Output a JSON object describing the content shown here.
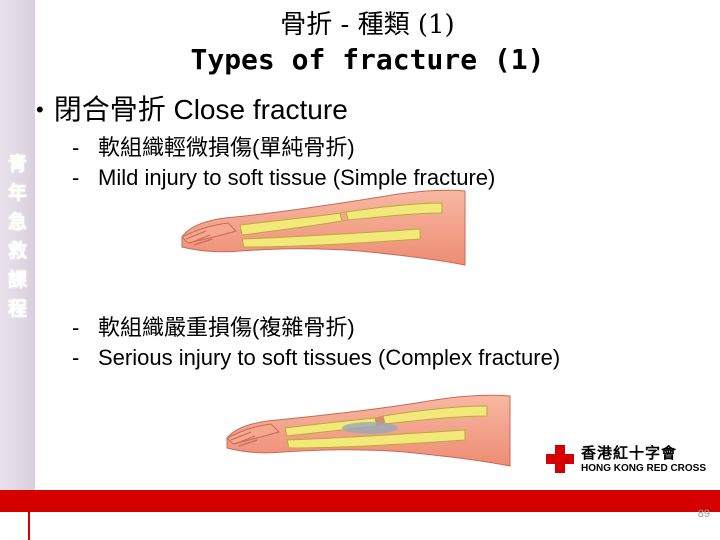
{
  "sidebar": {
    "chars": [
      "青",
      "年",
      "急",
      "救",
      "課",
      "程"
    ]
  },
  "title_zh": "骨折 - 種類 (1)",
  "title_en": "Types of fracture (1)",
  "bullet": "閉合骨折 Close fracture",
  "items": [
    {
      "dash": "-",
      "text": "軟組織輕微損傷(單純骨折)"
    },
    {
      "dash": "-",
      "text": "Mild injury to soft tissue (Simple fracture)"
    },
    {
      "dash": "-",
      "text": "軟組織嚴重損傷(複雜骨折)"
    },
    {
      "dash": "-",
      "text": "Serious injury to soft tissues (Complex fracture)"
    }
  ],
  "logo": {
    "zh": "香港紅十字會",
    "en": "HONG KONG RED CROSS"
  },
  "page_number": "89",
  "colors": {
    "brand_red": "#d60000",
    "skin": "#f4a08a",
    "bone": "#f2e97a"
  }
}
